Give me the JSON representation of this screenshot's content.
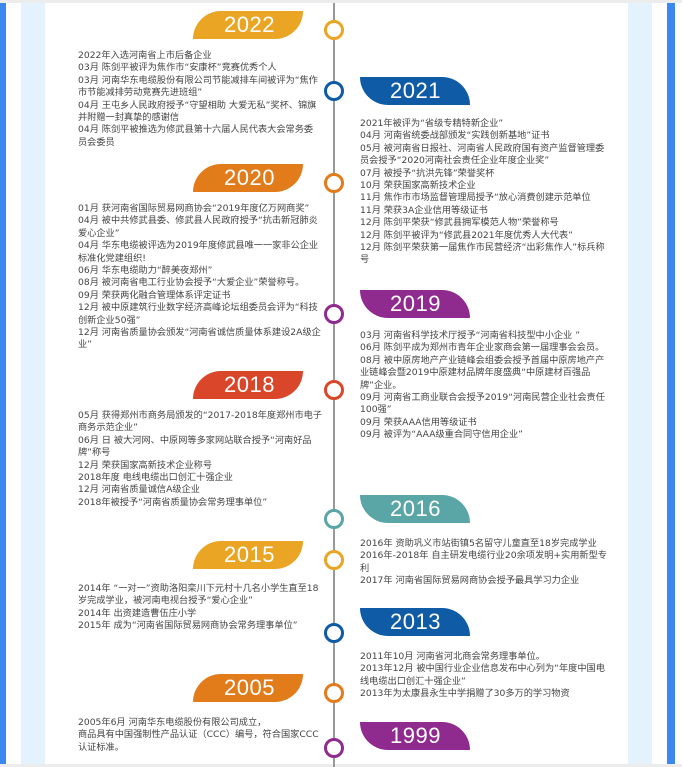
{
  "timeline": {
    "colors": {
      "2022": "#eaa524",
      "2021": "#0f5ba6",
      "2020": "#e27c1a",
      "2019": "#8f2a8e",
      "2018": "#d9462a",
      "2016": "#5aa5a5",
      "2015": "#eaa524",
      "2013": "#0f5ba6",
      "2005": "#e27c1a",
      "1999": "#8f2a8e"
    },
    "years": [
      {
        "year": "2022",
        "entries": [
          "2022年入选河南省上市后备企业",
          "03月 陈剑平被评为焦作市“安康杯”竞赛优秀个人",
          "03月 河南华东电缆股份有限公司节能减排车间被评为“焦作市节能减排劳动竞赛先进班组”",
          "04月 王屯乡人民政府授予“守望相助 大爱无私”奖杯、锦旗并附赠一封真挚的感谢信",
          "04月 陈剑平被推选为修武县第十六届人民代表大会常务委员会委员"
        ]
      },
      {
        "year": "2021",
        "entries": [
          "2021年被评为“省级专精特新企业”",
          "04月 河南省统委战部颁发“实践创新基地”证书",
          "05月 被河南省日报社、河南省人民政府国有资产监督管理委员会授予“2020河南社会责任企业年度企业奖”",
          "07月 被授予“抗洪先锋”荣誉奖杯",
          "10月 荣获国家高新技术企业",
          "11月 焦作市市场监督管理局授予“放心消费创建示范单位",
          "11月 荣获3A企业信用等级证书",
          "12月 陈剑平荣获“修武县拥军模范人物”荣誉称号",
          "12月 陈剑平被评为“修武县2021年度优秀人大代表”",
          "12月 陈剑平荣获第一届焦作市民营经济“出彩焦作人”标兵称号"
        ]
      },
      {
        "year": "2020",
        "entries": [
          "01月 获河南省国际贸易网商协会“2019年度亿万网商奖”",
          "04月 被中共修武县委、修武县人民政府授予“抗击新冠肺炎爱心企业”",
          "04月 华东电缆被评选为2019年度修武县唯一一家非公企业标准化党建组织!",
          "06月 华东电缆助力“醉美夜郑州”",
          "08月 被河南省电工行业协会授予“大爱企业”荣誉称号。",
          "09月 荣获两化融合管理体系评定证书",
          "12月 被中原建筑行业数字经济高峰论坛组委员会评为“科技创新企业50强”",
          "12月 河南省质量协会颁发“河南省诚信质量体系建设2A级企业”"
        ]
      },
      {
        "year": "2019",
        "entries": [
          "03月 河南省科学技术厅授予“河南省科技型中小企业 ”",
          "06月 陈剑平成为郑州市青年企业家商会第一届理事会会员。",
          "08月 被中原房地产产业链峰会组委会授予首届中原房地产产业链峰会暨2019中原建材品牌年度盛典“中原建材百强品牌”企业。",
          "09月 河南省工商业联合会授予2019“河南民营企业社会责任100强”",
          "09月 荣获AAA信用等级证书",
          "09月 被评为“AAA级重合同守信用企业”"
        ]
      },
      {
        "year": "2018",
        "entries": [
          "05月 获得郑州市商务局颁发的“2017-2018年度郑州市电子商务示范企业”",
          "06月 日 被大河网、中原网等多家网站联合授予“河南好品牌”称号",
          "12月 荣获国家高新技术企业称号",
          "2018年度 电线电缆出口创汇十强企业",
          "12月 河南省质量诚信A级企业",
          "2018年被授予“河南省质量协会常务理事单位”"
        ]
      },
      {
        "year": "2016",
        "entries": [
          "2016年 资助巩义市站街镇5名留守儿童直至18岁完成学业",
          "2016年-2018年 自主研发电缆行业20余项发明+实用新型专利",
          "2017年 河南省国际贸易网商协会授予最具学习力企业"
        ]
      },
      {
        "year": "2015",
        "entries": [
          "2014年 “一对一”资助洛阳栾川下元村十几名小学生直至18岁完成学业，被河南电视台授予“爱心企业”",
          "2014年 出资建造曹伍庄小学",
          "2015年 成为“河南省国际贸易网商协会常务理事单位”"
        ]
      },
      {
        "year": "2013",
        "entries": [
          "2011年10月 河南省河北商会常务理事单位。",
          "2013年12月 被中国行业企业信息发布中心列为“年度中国电线电缆出口创汇十强企业”",
          "2013年为太康县永生中学捐赠了30多万的学习物资"
        ]
      },
      {
        "year": "2005",
        "entries": [
          "2005年6月 河南华东电缆股份有限公司成立，",
          "商品具有中国强制性产品认证（CCC）编号，符合国家CCC认证标准。"
        ]
      },
      {
        "year": "1999",
        "entries": []
      }
    ]
  }
}
